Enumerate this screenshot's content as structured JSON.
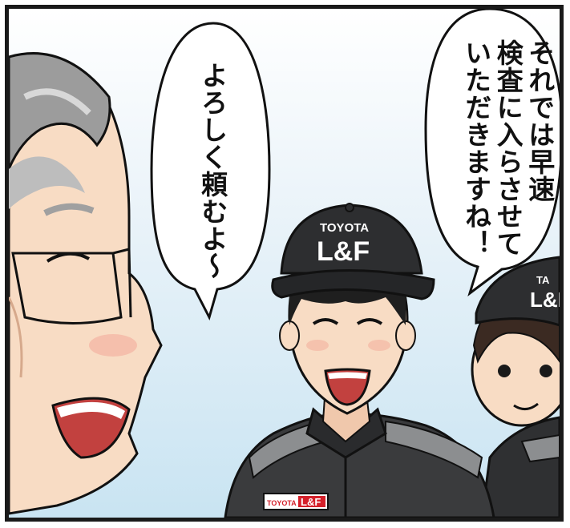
{
  "speech": {
    "left": {
      "lines": [
        "よろしく頼むよ～"
      ]
    },
    "right": {
      "lines": [
        "それでは早速",
        "検査に入らさせて",
        "いただきますね！"
      ]
    }
  },
  "branding": {
    "cap_top": "TOYOTA",
    "cap_logo": "L&F",
    "badge_top": "TOYOTA",
    "badge_logo": "L&F",
    "back_cap_logo": "L&F",
    "back_cap_top": "TA"
  },
  "colors": {
    "uniform": "#3a3b3d",
    "cap": "#2d2e30",
    "skin": "#f8dcc4",
    "badge_red": "#d4202a",
    "sky": "#c9e4f2"
  }
}
